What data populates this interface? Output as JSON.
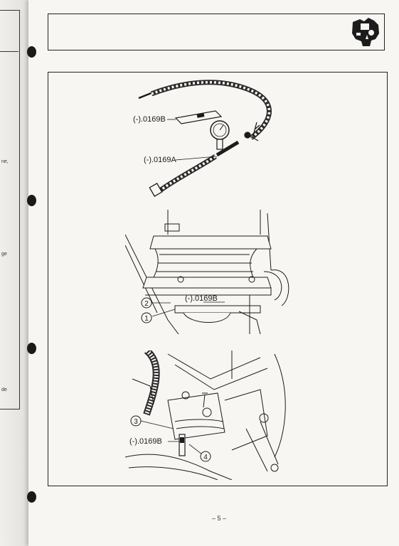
{
  "page": {
    "number": "– 5 –"
  },
  "previous_page_fragments": [
    "ne,",
    "ge",
    "de"
  ],
  "header": {
    "icon": "engine-section-icon"
  },
  "figure1": {
    "labels": {
      "pressure_plate": "(-).0169B",
      "pressure_gauge": "(-).0169A"
    }
  },
  "figure2": {
    "labels": {
      "tool": "(-).0169B",
      "callout_2": "2",
      "callout_1": "1"
    }
  },
  "figure3": {
    "labels": {
      "callout_3": "3",
      "tool": "(-).0169B",
      "callout_4": "4"
    }
  },
  "colors": {
    "paper": "#f7f6f3",
    "ink": "#1c1c1c"
  }
}
